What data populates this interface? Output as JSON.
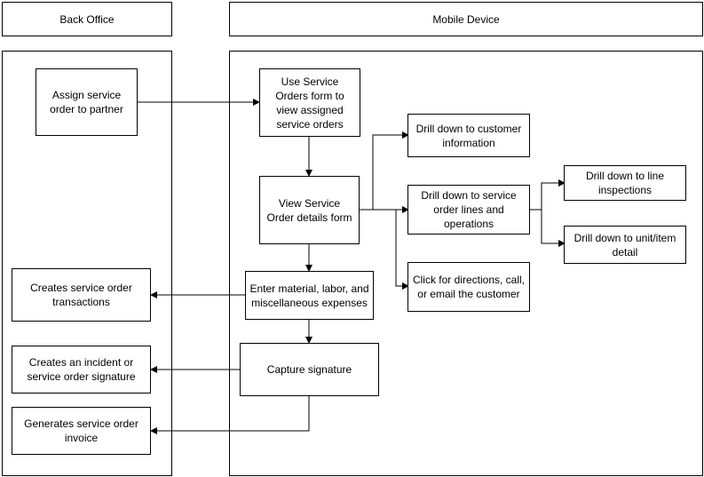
{
  "lanes": {
    "back_office": "Back Office",
    "mobile_device": "Mobile Device"
  },
  "nodes": {
    "assign": "Assign service order to partner",
    "use_form": "Use Service Orders form to view assigned service orders",
    "view_details": "View Service Order details form",
    "drill_customer": "Drill down to customer information",
    "drill_lines": "Drill down to service order lines and operations",
    "drill_inspections": "Drill down to line inspections",
    "drill_unit": "Drill down to unit/item detail",
    "click_directions": "Click for directions, call, or email the customer",
    "enter_material": "Enter material, labor, and miscellaneous expenses",
    "capture_signature": "Capture signature",
    "creates_transactions": "Creates service order transactions",
    "creates_incident": "Creates an incident or service order signature",
    "generates_invoice": "Generates service order invoice"
  }
}
